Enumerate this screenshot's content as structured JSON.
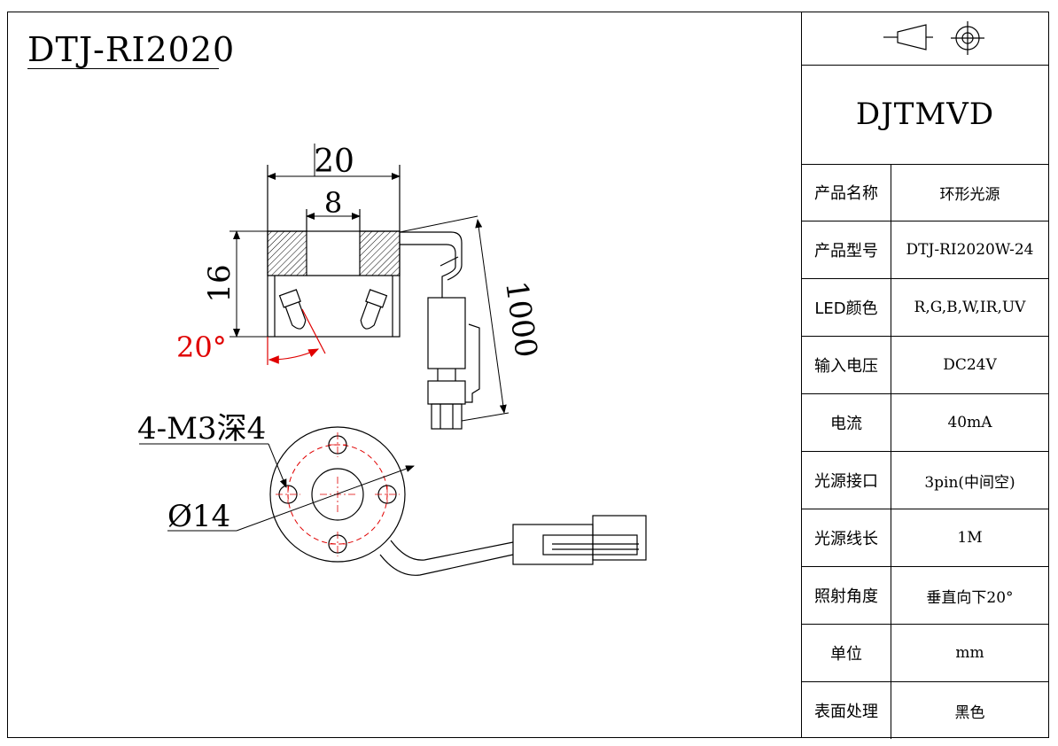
{
  "title": "DTJ-RI2020",
  "brand": "DJTMVD",
  "dimensions": {
    "outer_width": "20",
    "inner_width": "8",
    "height": "16",
    "angle": "20°",
    "cable_length": "1000",
    "holes": "4-M3深4",
    "diameter": "Ø14"
  },
  "specs": [
    {
      "label": "产品名称",
      "value": "环形光源"
    },
    {
      "label": "产品型号",
      "value": "DTJ-RI2020W-24"
    },
    {
      "label": "LED颜色",
      "value": "R,G,B,W,IR,UV"
    },
    {
      "label": "输入电压",
      "value": "DC24V"
    },
    {
      "label": "电流",
      "value": "40mA"
    },
    {
      "label": "光源接口",
      "value": "3pin(中间空)"
    },
    {
      "label": "光源线长",
      "value": "1M"
    },
    {
      "label": "照射角度",
      "value": "垂直向下20°"
    },
    {
      "label": "单位",
      "value": "mm"
    },
    {
      "label": "表面处理",
      "value": "黑色"
    }
  ],
  "colors": {
    "line": "#000000",
    "annotation": "#e00000"
  }
}
